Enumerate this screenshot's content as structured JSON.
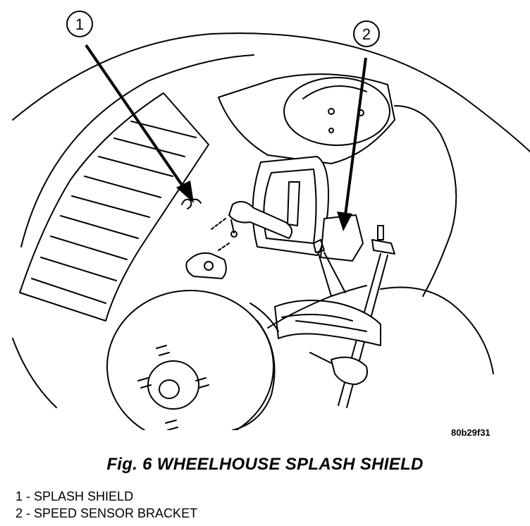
{
  "diagram": {
    "callouts": [
      {
        "number": "1"
      },
      {
        "number": "2"
      }
    ],
    "image_code": "80b29f31"
  },
  "caption": "Fig. 6 WHEELHOUSE SPLASH SHIELD",
  "legend": [
    {
      "text": "1 - SPLASH SHIELD"
    },
    {
      "text": "2 - SPEED SENSOR BRACKET"
    }
  ]
}
